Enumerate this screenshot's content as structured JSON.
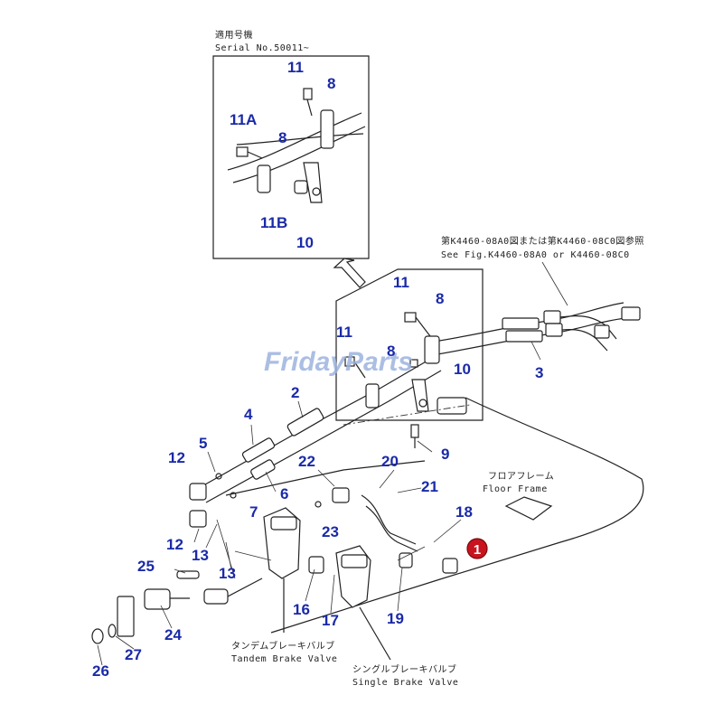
{
  "inset": {
    "serial_jp": "適用号機",
    "serial_en": "Serial No.50011~"
  },
  "reference": {
    "jp": "第K4460-08A0図または第K4460-08C0図参照",
    "en": "See Fig.K4460-08A0 or K4460-08C0"
  },
  "floor_frame": {
    "jp": "フロアフレーム",
    "en": "Floor Frame"
  },
  "tandem_valve": {
    "jp": "タンデムブレーキバルブ",
    "en": "Tandem Brake Valve"
  },
  "single_valve": {
    "jp": "シングルブレーキバルブ",
    "en": "Single Brake Valve"
  },
  "watermark": "FridayParts",
  "highlight_badge": "1",
  "accent_colors": {
    "callout": "#1a2aa8",
    "badge": "#c8141e",
    "watermark": "#9db3df"
  },
  "callouts": {
    "i11": "11",
    "i8a": "8",
    "i11a": "11A",
    "i8b": "8",
    "i11b": "11B",
    "i10a": "10",
    "m11a": "11",
    "m8": "8",
    "m11b": "11",
    "m8b": "8",
    "m10": "10",
    "m3": "3",
    "m2": "2",
    "m4": "4",
    "m5": "5",
    "m12a": "12",
    "m6": "6",
    "m7": "7",
    "m22": "22",
    "m20": "20",
    "m21": "21",
    "m9": "9",
    "m23": "23",
    "m18": "18",
    "m12b": "12",
    "m13a": "13",
    "m13b": "13",
    "m25": "25",
    "m24": "24",
    "m16": "16",
    "m17": "17",
    "m19": "19",
    "m26": "26",
    "m27": "27"
  }
}
